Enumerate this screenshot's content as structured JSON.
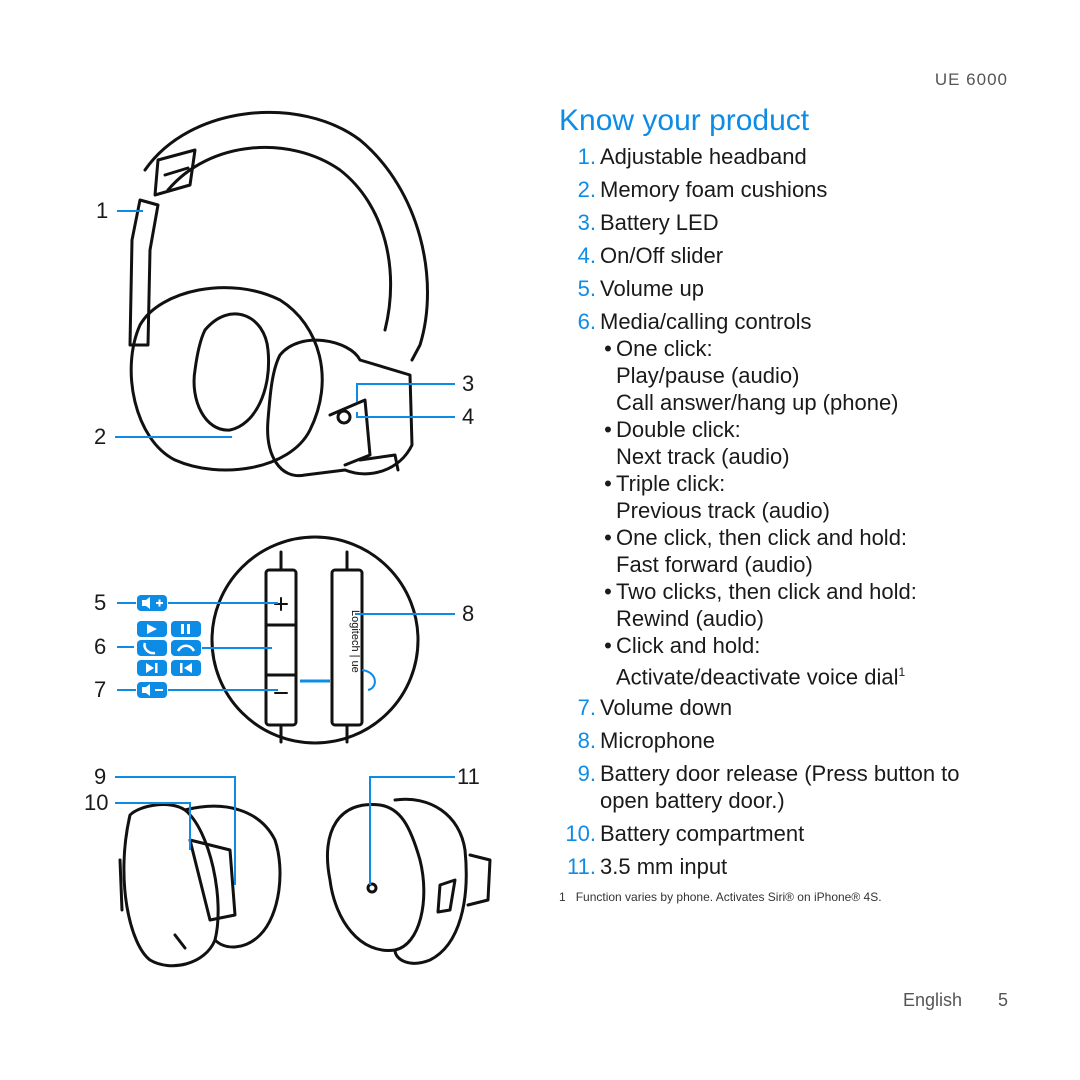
{
  "header": {
    "model": "UE 6000"
  },
  "title": "Know your product",
  "items": [
    {
      "num": "1.",
      "text": "Adjustable headband"
    },
    {
      "num": "2.",
      "text": "Memory foam cushions"
    },
    {
      "num": "3.",
      "text": "Battery LED"
    },
    {
      "num": "4.",
      "text": "On/Off slider"
    },
    {
      "num": "5.",
      "text": "Volume up"
    },
    {
      "num": "6.",
      "text": "Media/calling controls",
      "sub": [
        {
          "line1": "One click:",
          "line2": "Play/pause (audio)",
          "line3": "Call answer/hang up (phone)"
        },
        {
          "line1": "Double click:",
          "line2": "Next track (audio)"
        },
        {
          "line1": "Triple click:",
          "line2": "Previous track (audio)"
        },
        {
          "line1": "One click, then click and hold:",
          "line2": "Fast forward (audio)"
        },
        {
          "line1": "Two clicks, then click and hold:",
          "line2": "Rewind (audio)"
        },
        {
          "line1": "Click and hold:",
          "line2": "Activate/deactivate voice dial",
          "sup": "1"
        }
      ]
    },
    {
      "num": "7.",
      "text": "Volume down"
    },
    {
      "num": "8.",
      "text": "Microphone"
    },
    {
      "num": "9.",
      "text": "Battery door release (Press button to open battery door.)"
    },
    {
      "num": "10.",
      "text": "Battery compartment"
    },
    {
      "num": "11.",
      "text": "3.5 mm input"
    }
  ],
  "callouts": {
    "c1": "1",
    "c2": "2",
    "c3": "3",
    "c4": "4",
    "c5": "5",
    "c6": "6",
    "c7": "7",
    "c8": "8",
    "c9": "9",
    "c10": "10",
    "c11": "11"
  },
  "illustration": {
    "brand_text": "Logitech | ue"
  },
  "footnote": {
    "num": "1",
    "text": "Function varies by phone. Activates Siri® on iPhone® 4S."
  },
  "footer": {
    "language": "English",
    "page": "5"
  },
  "colors": {
    "accent": "#0d8ce6",
    "text": "#1a1a1a",
    "line_art": "#111111"
  },
  "icons": [
    "volume-up-icon",
    "play-icon",
    "pause-icon",
    "call-answer-icon",
    "call-hangup-icon",
    "next-track-icon",
    "previous-track-icon",
    "volume-down-icon",
    "power-icon"
  ]
}
